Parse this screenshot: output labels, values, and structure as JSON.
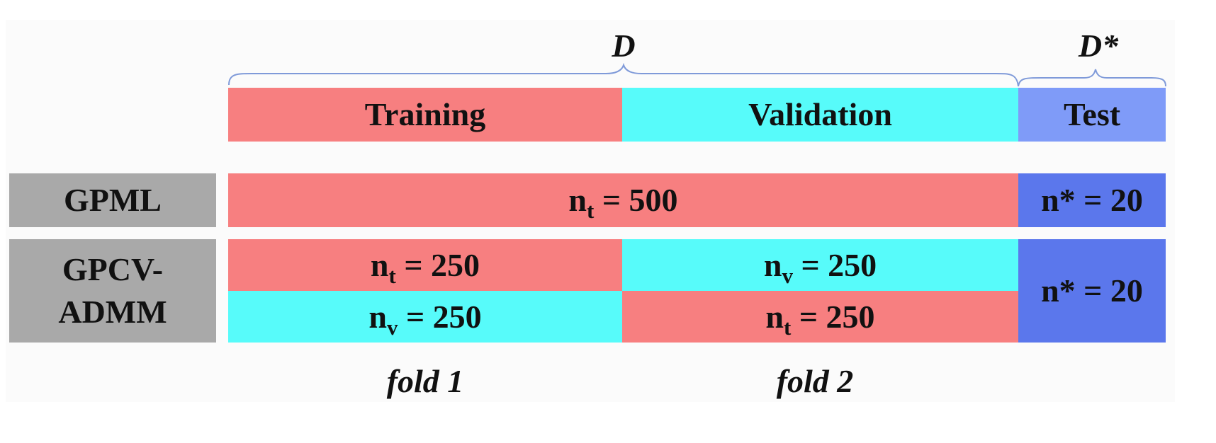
{
  "colors": {
    "training": "#f77f80",
    "validation": "#57fbfa",
    "test_header": "#7f9bf8",
    "test": "#5b77ec",
    "method_label_bg": "#a9a9a9"
  },
  "braces": {
    "d_label": "D",
    "d_star_label": "D*"
  },
  "header": {
    "training": "Training",
    "validation": "Validation",
    "test": "Test"
  },
  "methods": {
    "gpml": {
      "label": "GPML",
      "train": {
        "var": "n",
        "sub": "t",
        "rest": " = 500"
      },
      "test": "n* = 20"
    },
    "gpcv_admm": {
      "label_line1": "GPCV-",
      "label_line2": "ADMM",
      "fold_row1_left": {
        "var": "n",
        "sub": "t",
        "rest": " = 250"
      },
      "fold_row1_right": {
        "var": "n",
        "sub": "v",
        "rest": " = 250"
      },
      "fold_row2_left": {
        "var": "n",
        "sub": "v",
        "rest": " = 250"
      },
      "fold_row2_right": {
        "var": "n",
        "sub": "t",
        "rest": " = 250"
      },
      "test": "n* = 20"
    }
  },
  "folds": {
    "fold1": "fold 1",
    "fold2": "fold 2"
  }
}
